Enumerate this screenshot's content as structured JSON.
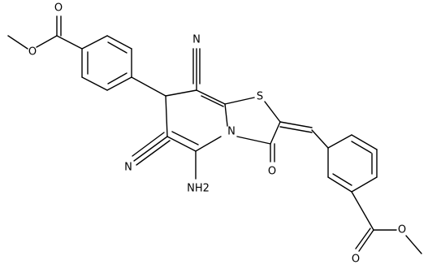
{
  "diagram": {
    "type": "chemical-structure",
    "atom_labels": {
      "ester_left_O_carbonyl": "O",
      "ester_left_O_single": "O",
      "ester_right_O_carbonyl": "O",
      "ester_right_O_single": "O",
      "nitrile_top_N": "N",
      "nitrile_left_N": "N",
      "ring_N": "N",
      "ring_S": "S",
      "keto_O": "O",
      "amino_NH2": "NH2"
    }
  }
}
